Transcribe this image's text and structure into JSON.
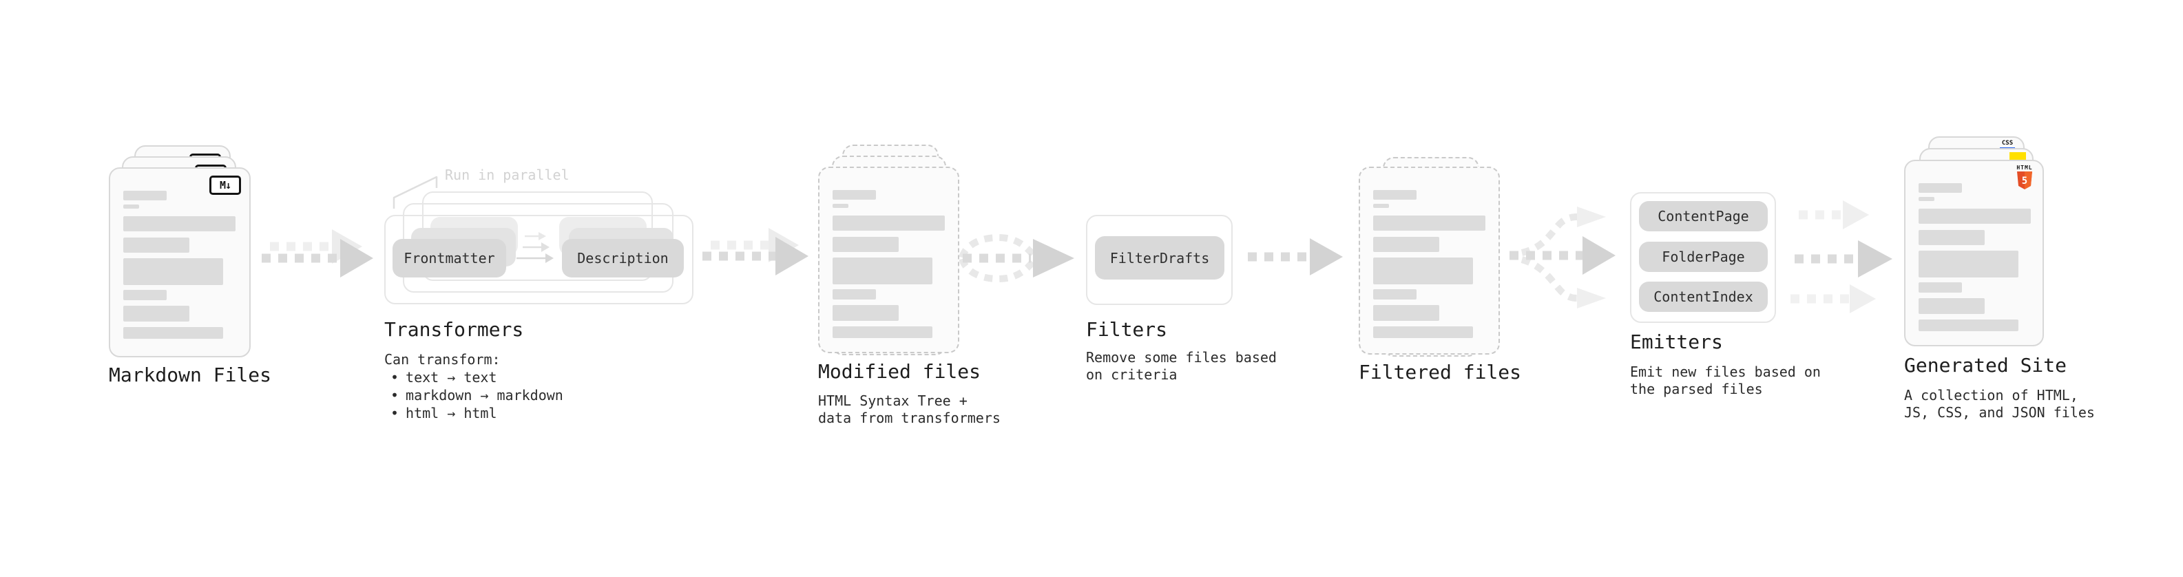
{
  "diagram": {
    "markdown": {
      "label": "Markdown Files",
      "badge": "M↓"
    },
    "transformers": {
      "label": "Transformers",
      "annotation": "Run in parallel",
      "source_box": "Frontmatter",
      "target_box": "Description",
      "caption_title": "Can transform:",
      "bullet_char": "•",
      "bullets": [
        "text → text",
        "markdown → markdown",
        "html → html"
      ]
    },
    "modified": {
      "label": "Modified files",
      "caption_lines": [
        "HTML Syntax Tree +",
        "data from transformers"
      ]
    },
    "filters": {
      "label": "Filters",
      "box": "FilterDrafts",
      "caption_lines": [
        "Remove some files based",
        "on criteria"
      ]
    },
    "filtered": {
      "label": "Filtered files"
    },
    "emitters": {
      "label": "Emitters",
      "boxes": [
        "ContentPage",
        "FolderPage",
        "ContentIndex"
      ],
      "caption_lines": [
        "Emit new files based on",
        "the parsed files"
      ]
    },
    "generated": {
      "label": "Generated Site",
      "caption_lines": [
        "A collection of HTML,",
        "JS, CSS, and JSON files"
      ],
      "badge_html_top": "HTML",
      "badge_html_number": "5",
      "badge_css": "CSS"
    },
    "colors": {
      "accent_html": "#E44D26",
      "accent_html_light": "#F16529",
      "accent_js": "#FFE000",
      "accent_css": "#2965F1",
      "box_fill": "#d9d9d9",
      "doc_fill": "#fafafa",
      "arrow": "#dbdbdb"
    }
  }
}
